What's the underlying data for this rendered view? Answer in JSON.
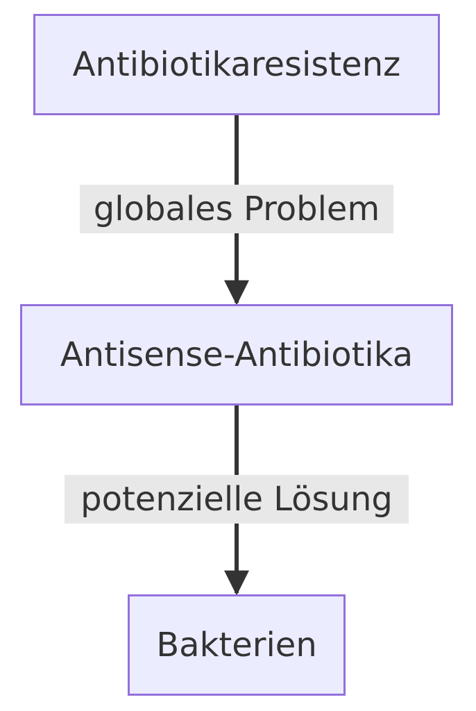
{
  "diagram": {
    "type": "flowchart",
    "direction": "top-down",
    "colors": {
      "node_fill": "#ECECFF",
      "node_border": "#9370DB",
      "text": "#333333",
      "edge": "#333333",
      "label_background": "#E8E8E8"
    },
    "nodes": [
      {
        "id": "n1",
        "label": "Antibiotikaresistenz"
      },
      {
        "id": "n2",
        "label": "Antisense-Antibiotika"
      },
      {
        "id": "n3",
        "label": "Bakterien"
      }
    ],
    "edges": [
      {
        "from": "n1",
        "to": "n2",
        "label": "globales Problem"
      },
      {
        "from": "n2",
        "to": "n3",
        "label": "potenzielle Lösung"
      }
    ]
  }
}
